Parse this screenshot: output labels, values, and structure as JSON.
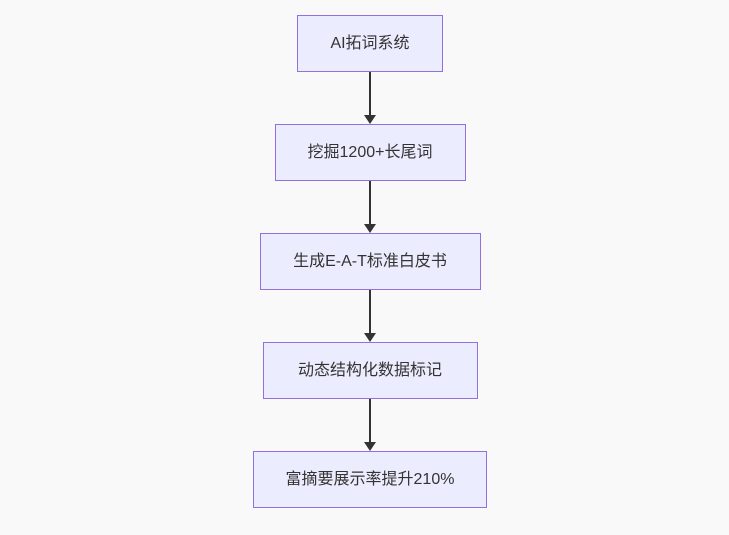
{
  "diagram": {
    "type": "flowchart",
    "direction": "top-down",
    "nodes": [
      {
        "id": "n0",
        "label": "AI拓词系统"
      },
      {
        "id": "n1",
        "label": "挖掘1200+长尾词"
      },
      {
        "id": "n2",
        "label": "生成E-A-T标准白皮书"
      },
      {
        "id": "n3",
        "label": "动态结构化数据标记"
      },
      {
        "id": "n4",
        "label": "富摘要展示率提升210%"
      }
    ],
    "edges": [
      {
        "from": "n0",
        "to": "n1",
        "style": "arrow-down"
      },
      {
        "from": "n1",
        "to": "n2",
        "style": "arrow-down"
      },
      {
        "from": "n2",
        "to": "n3",
        "style": "arrow-down"
      },
      {
        "from": "n3",
        "to": "n4",
        "style": "arrow-down"
      }
    ],
    "colors": {
      "node_fill": "#ececff",
      "node_border": "#9370db",
      "edge": "#333333",
      "text": "#333333",
      "background": "#f9f9f9"
    }
  }
}
